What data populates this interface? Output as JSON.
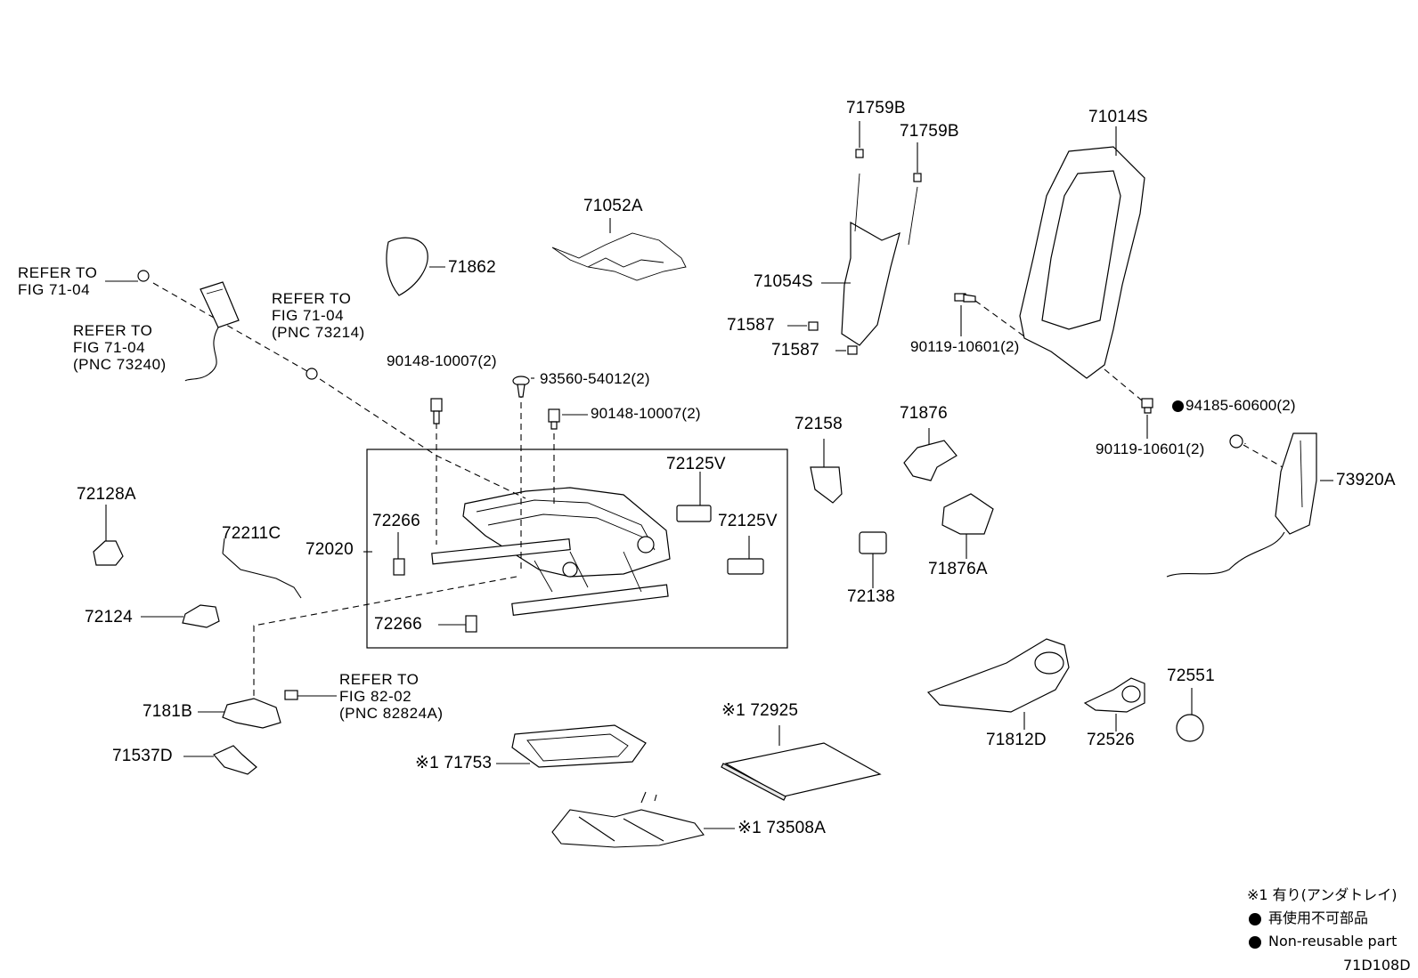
{
  "diagram_code": "71D108D",
  "parts": {
    "p71759B_a": "71759B",
    "p71759B_b": "71759B",
    "p71014S": "71014S",
    "p71052A": "71052A",
    "p71862": "71862",
    "p71054S": "71054S",
    "p71587_a": "71587",
    "p71587_b": "71587",
    "p90119_a": "90119-10601(2)",
    "p90119_b": "90119-10601(2)",
    "p94185": "94185-60600(2)",
    "p90148_a": "90148-10007(2)",
    "p93560": "93560-54012(2)",
    "p90148_b": "90148-10007(2)",
    "p72158": "72158",
    "p71876": "71876",
    "p72125V_a": "72125V",
    "p72125V_b": "72125V",
    "p72128A": "72128A",
    "p72211C": "72211C",
    "p72020": "72020",
    "p72266_a": "72266",
    "p72266_b": "72266",
    "p73920A": "73920A",
    "p71876A": "71876A",
    "p72138": "72138",
    "p72124": "72124",
    "p72551": "72551",
    "p7181B": "7181B",
    "p72925": "※1 72925",
    "p71812D": "71812D",
    "p72526": "72526",
    "p71537D": "71537D",
    "p71753": "※1 71753",
    "p73508A": "※1 73508A"
  },
  "references": {
    "ref1": "REFER TO\nFIG 71-04",
    "ref2": "REFER TO\nFIG 71-04\n(PNC 73240)",
    "ref3": "REFER TO\nFIG 71-04\n(PNC 73214)",
    "ref4": "REFER TO\nFIG 82-02\n(PNC 82824A)"
  },
  "legend": {
    "note1": "※1 有り(アンダトレイ)",
    "non_reusable_jp": "再使用不可部品",
    "non_reusable_en": "Non-reusable part"
  }
}
